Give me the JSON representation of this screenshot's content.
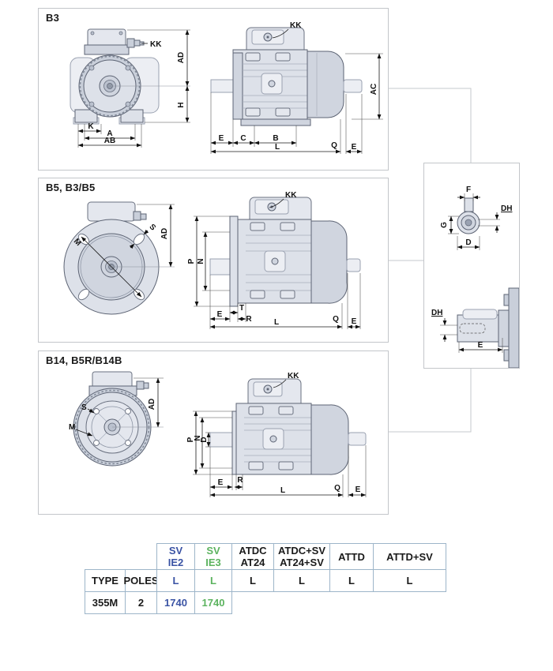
{
  "panels": {
    "b3": {
      "title": "B3",
      "labels": {
        "kk_front": "KK",
        "ad": "AD",
        "h": "H",
        "k": "K",
        "a": "A",
        "ab": "AB",
        "kk_side": "KK",
        "ac": "AC",
        "e_front": "E",
        "c": "C",
        "b": "B",
        "l": "L",
        "q": "Q",
        "e_shaft": "E"
      }
    },
    "b5": {
      "title": "B5, B3/B5",
      "labels": {
        "m": "M",
        "s": "S",
        "ad": "AD",
        "kk": "KK",
        "p": "P",
        "n": "N",
        "e_front": "E",
        "t": "T",
        "r": "R",
        "l": "L",
        "q": "Q",
        "e_shaft": "E"
      }
    },
    "b14": {
      "title": "B14, B5R/B14B",
      "labels": {
        "s": "S",
        "m": "M",
        "ad": "AD",
        "kk": "KK",
        "p": "P",
        "n": "N",
        "d": "D",
        "e_front": "E",
        "r": "R",
        "l": "L",
        "q": "Q",
        "e_shaft": "E"
      }
    },
    "shaft_detail": {
      "labels": {
        "f": "F",
        "dh_end": "DH",
        "g": "G",
        "d": "D",
        "dh_side": "DH",
        "e": "E"
      }
    }
  },
  "table": {
    "type_header": "TYPE",
    "poles_header": "POLES",
    "groups": [
      {
        "line1": "SV",
        "line2": "IE2"
      },
      {
        "line1": "SV",
        "line2": "IE3"
      },
      {
        "line1": "ATDC",
        "line2": "AT24"
      },
      {
        "line1": "ATDC+SV",
        "line2": "AT24+SV"
      },
      {
        "line1": "ATTD",
        "line2": ""
      },
      {
        "line1": "ATTD+SV",
        "line2": ""
      }
    ],
    "dim_row": [
      "L",
      "L",
      "L",
      "L",
      "L",
      "L"
    ],
    "data_row": {
      "type": "355M",
      "poles": "2",
      "values": [
        "1740",
        "1740"
      ]
    }
  },
  "colors": {
    "ie2_blue": "#3a53a4",
    "ie3_green": "#5cb35f",
    "table_border": "#9db5c9"
  }
}
